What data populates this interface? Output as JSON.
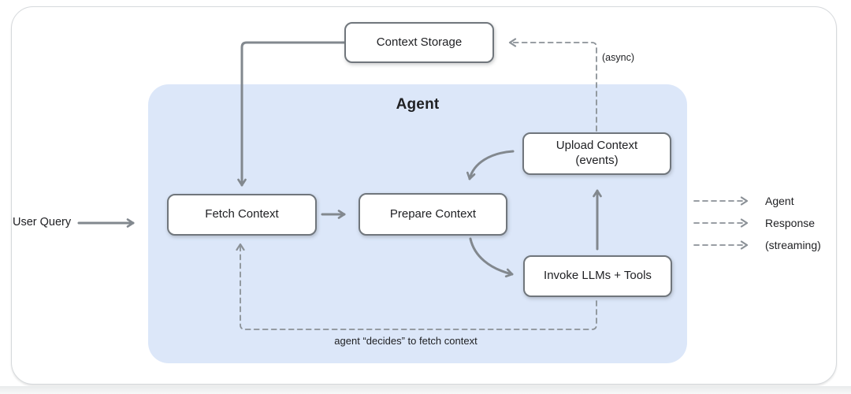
{
  "diagram": {
    "agent_container": {
      "title": "Agent"
    },
    "nodes": {
      "context_storage": "Context Storage",
      "fetch_context": "Fetch Context",
      "prepare_context": "Prepare Context",
      "upload_context_line1": "Upload Context",
      "upload_context_line2": "(events)",
      "invoke_llms": "Invoke LLMs + Tools"
    },
    "labels": {
      "user_query": "User Query",
      "async": "(async)",
      "feedback_caption": "agent “decides” to fetch context",
      "output_line1": "Agent",
      "output_line2": "Response",
      "output_line3": "(streaming)"
    },
    "colors": {
      "agent_background": "#dce7f9",
      "node_border": "#70767c",
      "node_fill": "#ffffff",
      "solid_arrow": "#82888e",
      "dashed_arrow": "#8b9197",
      "text": "#202124",
      "frame_border": "#d6d9dc"
    }
  }
}
